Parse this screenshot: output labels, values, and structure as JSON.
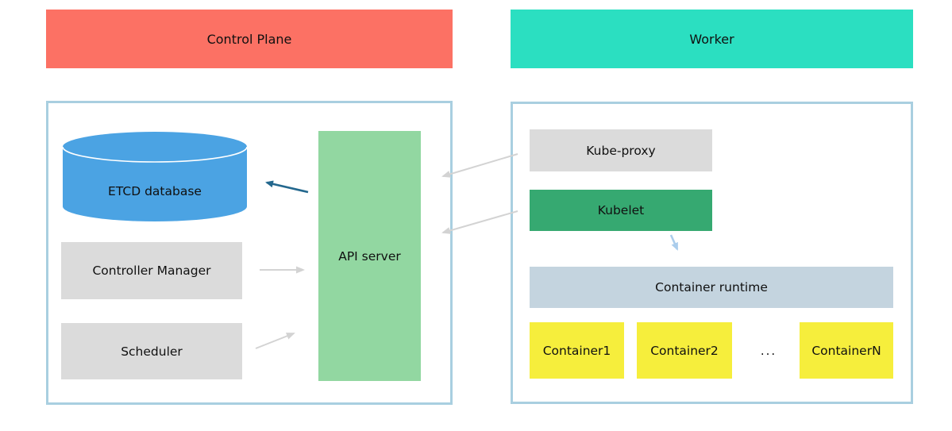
{
  "header": {
    "control_plane": {
      "label": "Control Plane",
      "color": "#fc7164"
    },
    "worker": {
      "label": "Worker",
      "color": "#2bdfc1"
    }
  },
  "control_plane_panel": {
    "etcd": {
      "label": "ETCD database",
      "color": "#4ba3e3"
    },
    "controller_manager": {
      "label": "Controller Manager",
      "color": "#dbdbdb"
    },
    "scheduler": {
      "label": "Scheduler",
      "color": "#dbdbdb"
    },
    "api_server": {
      "label": "API server",
      "color": "#92d7a1"
    }
  },
  "worker_panel": {
    "kube_proxy": {
      "label": "Kube-proxy",
      "color": "#dbdbdb"
    },
    "kubelet": {
      "label": "Kubelet",
      "color": "#36a971"
    },
    "container_runtime": {
      "label": "Container runtime",
      "color": "#c4d4df"
    },
    "containers": [
      {
        "label": "Container1"
      },
      {
        "label": "Container2"
      },
      {
        "label": "ContainerN"
      }
    ],
    "ellipsis": "...",
    "container_color": "#f6ee3c"
  },
  "connections": [
    {
      "from": "API server",
      "to": "ETCD database",
      "color": "#24688e"
    },
    {
      "from": "Controller Manager",
      "to": "API server",
      "color": "#d3d3d3"
    },
    {
      "from": "Scheduler",
      "to": "API server",
      "color": "#d3d3d3"
    },
    {
      "from": "Kube-proxy",
      "to": "API server",
      "color": "#d3d3d3"
    },
    {
      "from": "Kubelet",
      "to": "API server",
      "color": "#d3d3d3"
    },
    {
      "from": "Kubelet",
      "to": "Container runtime",
      "color": "#abcdec"
    }
  ],
  "colors": {
    "panel_border": "#a9cfe0",
    "text": "#101010",
    "background": "#ffffff"
  }
}
